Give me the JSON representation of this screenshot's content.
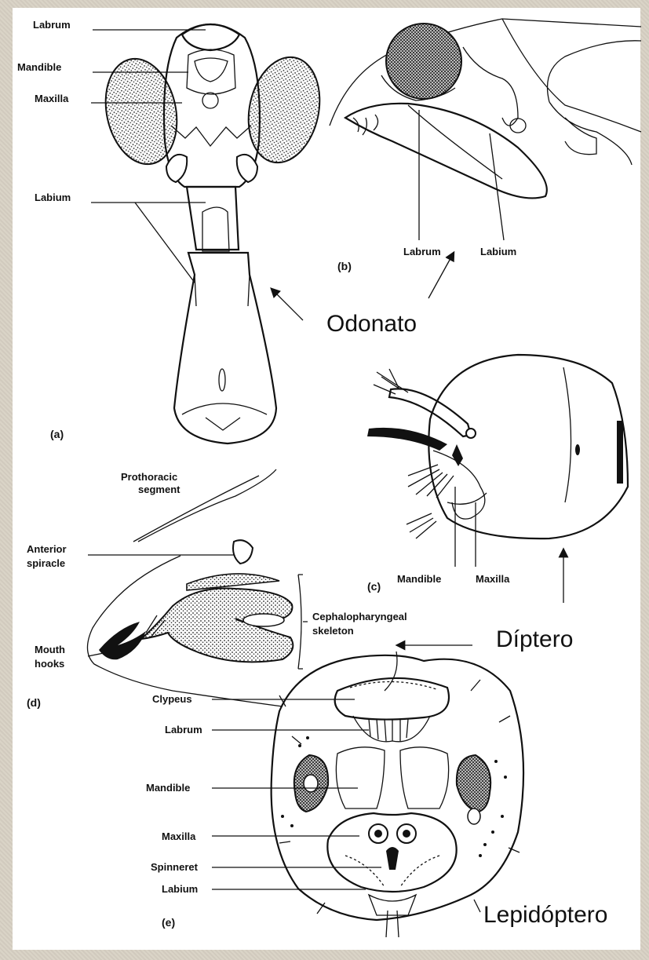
{
  "labels": {
    "a": {
      "labrum": "Labrum",
      "mandible": "Mandible",
      "maxilla": "Maxilla",
      "labium": "Labium",
      "panel": "(a)"
    },
    "b": {
      "labrum": "Labrum",
      "labium": "Labium",
      "panel": "(b)"
    },
    "c": {
      "mandible": "Mandible",
      "maxilla": "Maxilla",
      "panel": "(c)"
    },
    "d": {
      "prothoracic_1": "Prothoracic",
      "prothoracic_2": "segment",
      "anterior_1": "Anterior",
      "anterior_2": "spiracle",
      "mouth_1": "Mouth",
      "mouth_2": "hooks",
      "cephalo_1": "Cephalopharyngeal",
      "cephalo_2": "skeleton",
      "panel": "(d)"
    },
    "e": {
      "clypeus": "Clypeus",
      "labrum": "Labrum",
      "mandible": "Mandible",
      "maxilla": "Maxilla",
      "spinneret": "Spinneret",
      "labium": "Labium",
      "panel": "(e)"
    }
  },
  "orders": {
    "odonato": "Odonato",
    "diptero": "Díptero",
    "lepidoptero": "Lepidóptero"
  }
}
